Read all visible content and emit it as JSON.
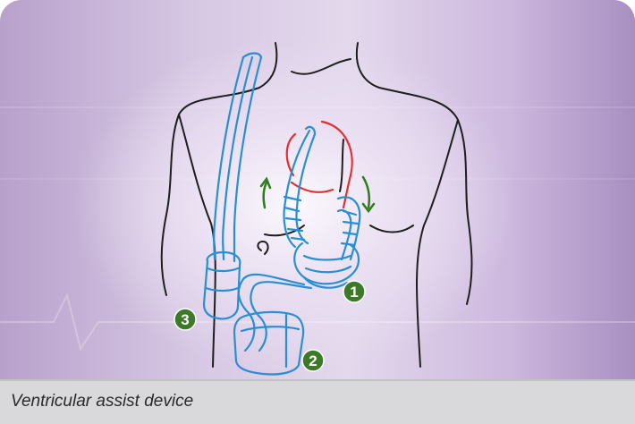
{
  "caption": "Ventricular assist device",
  "callouts": [
    "1",
    "2",
    "3"
  ],
  "colors": {
    "outline": "#1e1e1e",
    "device": "#2a8fd0",
    "vessel": "#e03030",
    "arrow": "#2e7d1e",
    "callout": "#3c7a28",
    "caption_bg": "#d9d9db"
  },
  "icons": {
    "flow_arrows": "curved-arrow-icon"
  }
}
